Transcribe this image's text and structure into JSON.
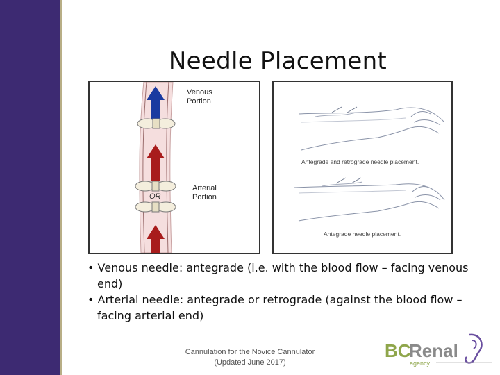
{
  "slide": {
    "title": "Needle Placement",
    "bullets": [
      "• Venous needle: antegrade (i.e. with the blood flow – facing venous end)",
      "• Arterial needle: antegrade or retrograde (against the blood flow – facing arterial end)"
    ],
    "footer_line1": "Cannulation for the Novice Cannulator",
    "footer_line2": "(Updated June 2017)"
  },
  "left_figure": {
    "venous_label_1": "Venous",
    "venous_label_2": "Portion",
    "arterial_label_1": "Arterial",
    "arterial_label_2": "Portion",
    "or_label": "OR",
    "colors": {
      "venous_arrow": "#1a3aa0",
      "arterial_arrow": "#a81c1c",
      "vessel": "#f3d8d8"
    }
  },
  "right_figure": {
    "caption_1": "Antegrade and retrograde needle placement.",
    "caption_2": "Antegrade needle placement."
  },
  "logo": {
    "brand_bc": "BC",
    "brand_renal": "Renal",
    "sub_agency": "agency",
    "colors": {
      "bc": "#8fa64b",
      "renal": "#8a8a8a",
      "ear": "#6a4fa0"
    }
  },
  "theme": {
    "sidebar": "#3d2a72",
    "sidebar_line": "#b8ae86"
  }
}
